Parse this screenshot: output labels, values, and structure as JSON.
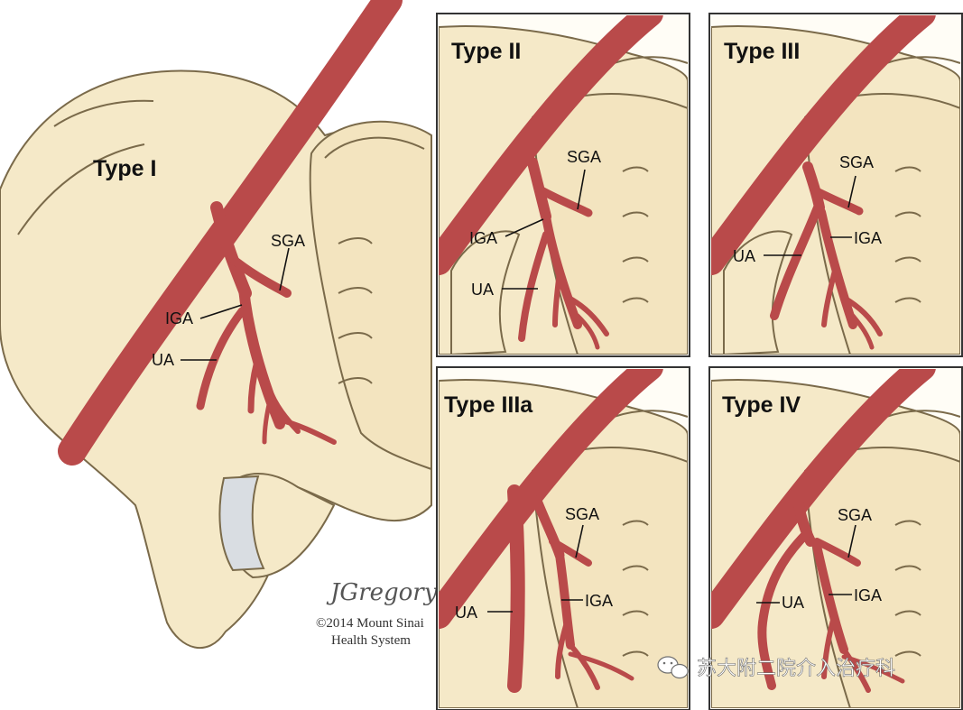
{
  "main_panel": {
    "title": "Type I",
    "labels": {
      "sga": "SGA",
      "iga": "IGA",
      "ua": "UA"
    }
  },
  "panels": [
    {
      "id": "type2",
      "title": "Type II",
      "labels": {
        "sga": "SGA",
        "iga": "IGA",
        "ua": "UA"
      }
    },
    {
      "id": "type3",
      "title": "Type III",
      "labels": {
        "sga": "SGA",
        "iga": "IGA",
        "ua": "UA"
      }
    },
    {
      "id": "type3a",
      "title": "Type IIIa",
      "labels": {
        "sga": "SGA",
        "iga": "IGA",
        "ua": "UA"
      }
    },
    {
      "id": "type4",
      "title": "Type IV",
      "labels": {
        "sga": "SGA",
        "iga": "IGA",
        "ua": "UA"
      }
    }
  ],
  "credit": {
    "signature": "JGregory",
    "copyright_line1": "©2014 Mount Sinai",
    "copyright_line2": "Health System"
  },
  "watermark": {
    "icon": "wechat-icon",
    "text": "苏大附二院介入治疗科"
  },
  "colors": {
    "artery": "#b94a4a",
    "artery_edge": "#8a2f2f",
    "bone": "#f5e9c8",
    "outline": "#7a6a4a",
    "cartilage": "#d9dde2"
  }
}
